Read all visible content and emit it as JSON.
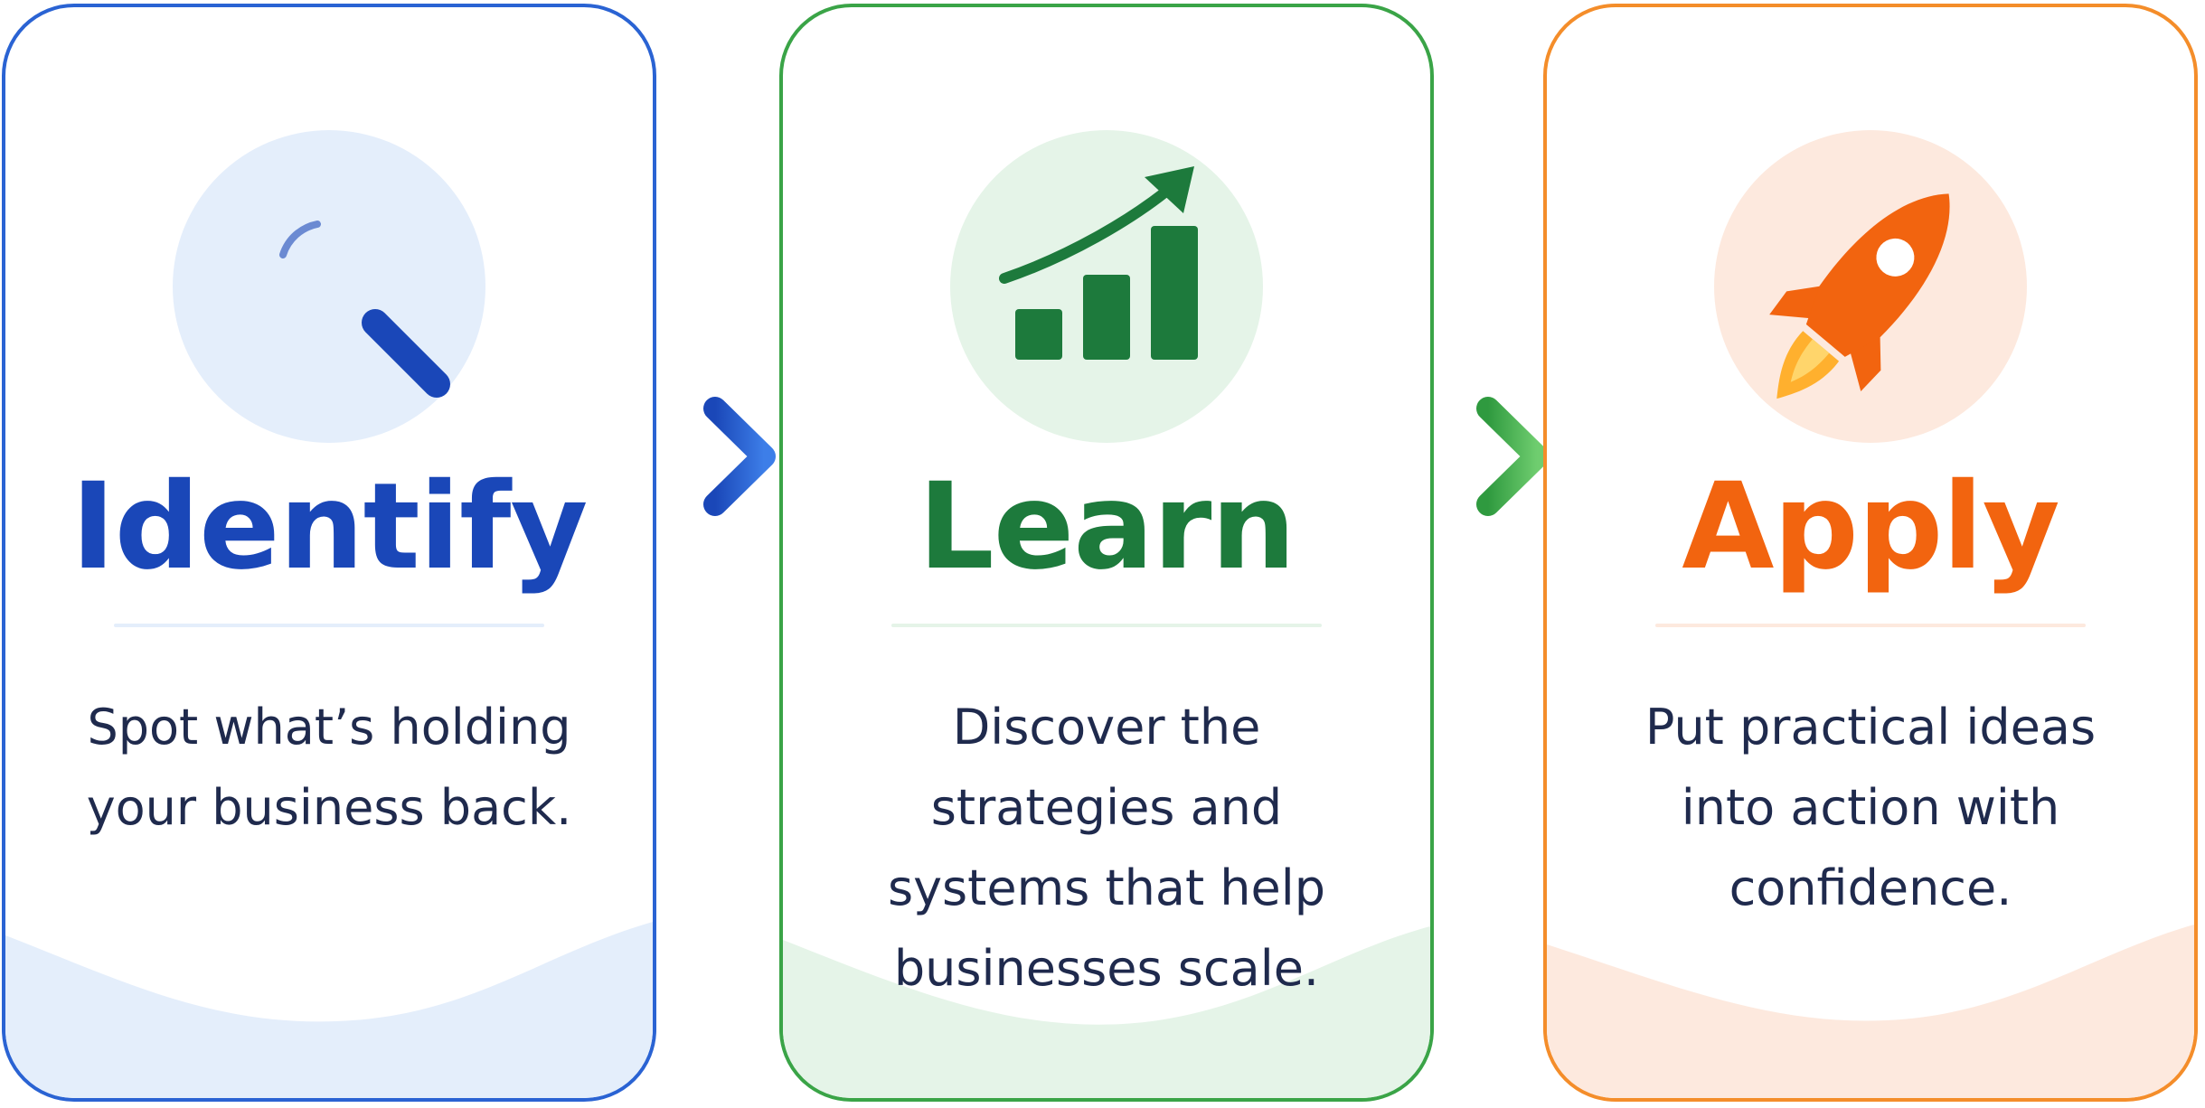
{
  "colors": {
    "blue": "#1a47b8",
    "blue_border": "#2a63d3",
    "blue_light": "#e4eefb",
    "green": "#1d7a3c",
    "green_border": "#3aa447",
    "green_light": "#e5f4e8",
    "orange": "#f2640f",
    "orange_border": "#f48d2a",
    "orange_light": "#fde9de",
    "text_dark": "#1f2a4d"
  },
  "cards": [
    {
      "title": "Identify",
      "description": "Spot what’s holding your business back.",
      "icon": "magnifying-glass-icon"
    },
    {
      "title": "Learn",
      "description": "Discover the strategies and systems that help businesses scale.",
      "icon": "growth-chart-icon"
    },
    {
      "title": "Apply",
      "description": "Put practical ideas into action with confidence.",
      "icon": "rocket-icon"
    }
  ],
  "arrows": [
    {
      "icon": "arrow-right-icon"
    },
    {
      "icon": "arrow-right-icon"
    }
  ]
}
